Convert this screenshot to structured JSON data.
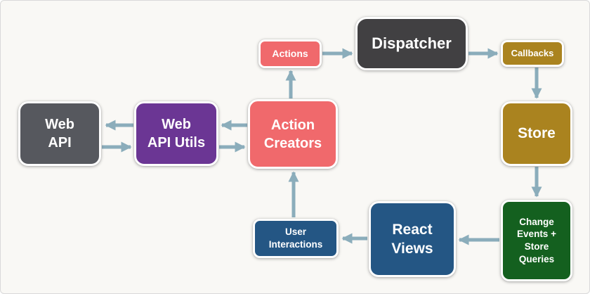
{
  "canvas": {
    "background": "#f9f8f5",
    "arrow_color": "#8badbb"
  },
  "nodes": {
    "web_api": {
      "label": "Web\nAPI",
      "color": "#56585e"
    },
    "web_api_utils": {
      "label": "Web\nAPI Utils",
      "color": "#6b3694"
    },
    "action_creators": {
      "label": "Action\nCreators",
      "color": "#f0696c"
    },
    "actions": {
      "label": "Actions",
      "color": "#f0696c"
    },
    "dispatcher": {
      "label": "Dispatcher",
      "color": "#414042"
    },
    "callbacks": {
      "label": "Callbacks",
      "color": "#aa831f"
    },
    "store": {
      "label": "Store",
      "color": "#aa831f"
    },
    "change_events": {
      "label": "Change\nEvents +\nStore\nQueries",
      "color": "#14601f"
    },
    "react_views": {
      "label": "React\nViews",
      "color": "#245684"
    },
    "user_interactions": {
      "label": "User\nInteractions",
      "color": "#245684"
    }
  },
  "edges": [
    {
      "from": "action_creators",
      "to": "actions"
    },
    {
      "from": "actions",
      "to": "dispatcher"
    },
    {
      "from": "dispatcher",
      "to": "callbacks"
    },
    {
      "from": "callbacks",
      "to": "store"
    },
    {
      "from": "store",
      "to": "change_events"
    },
    {
      "from": "change_events",
      "to": "react_views"
    },
    {
      "from": "react_views",
      "to": "user_interactions"
    },
    {
      "from": "user_interactions",
      "to": "action_creators"
    },
    {
      "from": "action_creators",
      "to": "web_api_utils"
    },
    {
      "from": "web_api_utils",
      "to": "action_creators"
    },
    {
      "from": "web_api_utils",
      "to": "web_api"
    },
    {
      "from": "web_api",
      "to": "web_api_utils"
    }
  ]
}
